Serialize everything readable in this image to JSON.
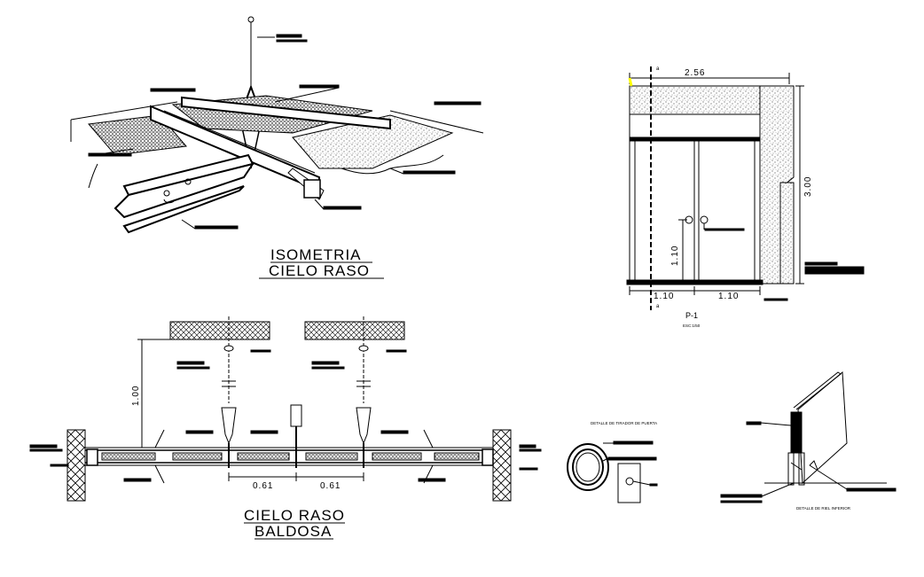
{
  "isometric": {
    "title_line1": "ISOMETRIA",
    "title_line2": "CIELO RASO"
  },
  "door_elevation": {
    "dim_top": "2.56",
    "dim_height": "3.00",
    "dim_handle": "1.10",
    "dim_left": "1.10",
    "dim_right": "1.10",
    "section_mark_top": "a",
    "section_mark_bottom": "a",
    "label": "P-1",
    "scale": "ESC:1/50"
  },
  "ceiling_section": {
    "dim_vertical": "1.00",
    "dim_span_1": "0.61",
    "dim_span_2": "0.61",
    "title_line1": "CIELO RASO",
    "title_line2": "BALDOSA"
  },
  "details": {
    "door_pull_title": "DETALLE DE TIRADOR DE PUERTA",
    "lower_rail_title": "DETALLE DE RIEL INFERIOR"
  },
  "colors": {
    "ink": "#000000",
    "background": "#ffffff",
    "highlight": "#ffff00"
  }
}
